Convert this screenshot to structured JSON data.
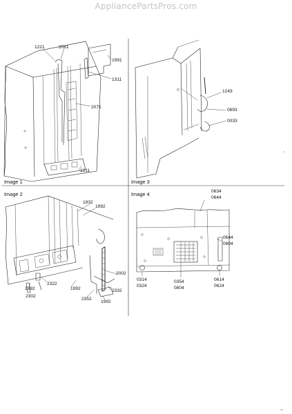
{
  "watermark": "AppliancePartsPros.com",
  "panels": [
    {
      "caption": "Image 1",
      "callouts": [
        "1221",
        "2061",
        "1991",
        "1311",
        "2071",
        "1211"
      ]
    },
    {
      "caption": "Image 3",
      "callouts": [
        "1243",
        "0693",
        "0033"
      ]
    },
    {
      "caption": "Image 2",
      "callouts": [
        "1932",
        "1992",
        "2002",
        "2322",
        "1992",
        "2302",
        "1992",
        "2352",
        "2332",
        "1992"
      ]
    },
    {
      "caption": "Image 4",
      "callouts": [
        "0634",
        "0644",
        "0644",
        "0804",
        "0314",
        "0324",
        "0354",
        "0804",
        "0614",
        "0624"
      ]
    }
  ]
}
